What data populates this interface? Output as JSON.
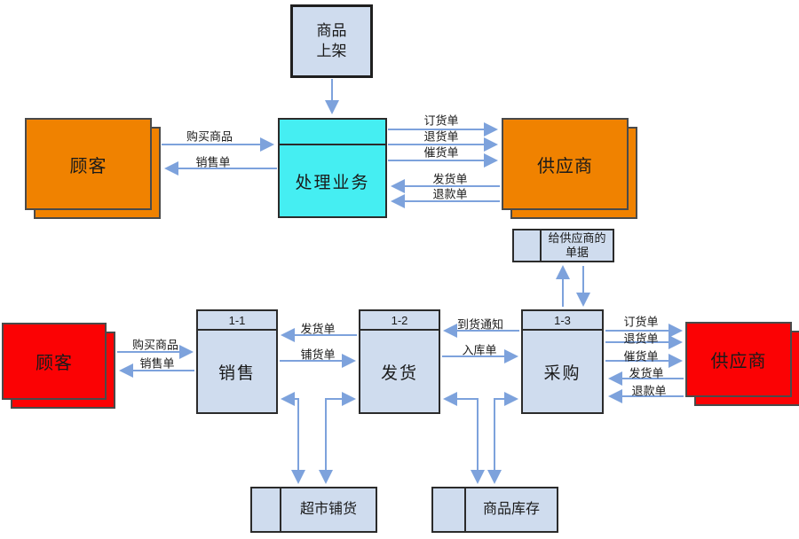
{
  "colors": {
    "arrow": "#7da2dc",
    "box_fill": "#cfdcee",
    "process_cyan": "#45eef2",
    "entity_orange": "#f08200",
    "entity_red": "#fb0204",
    "border_dark": "#2b2b2b"
  },
  "nodes": {
    "start": "商品\n上架",
    "process0": "处理业务",
    "customer_top": "顾客",
    "supplier_top": "供应商",
    "supplier_docs_store": "给供应商的\n单据",
    "customer_bottom": "顾客",
    "supplier_bottom": "供应商",
    "p11": {
      "id": "1-1",
      "label": "销售"
    },
    "p12": {
      "id": "1-2",
      "label": "发货"
    },
    "p13": {
      "id": "1-3",
      "label": "采购"
    },
    "store_supermarket": "超市铺货",
    "store_inventory": "商品库存"
  },
  "labels": {
    "buy_top": "购买商品",
    "sales_order_top": "销售单",
    "order_top": "订货单",
    "return_top": "退货单",
    "urge_top": "催货单",
    "ship_top": "发货单",
    "refund_top": "退款单",
    "buy_bottom": "购买商品",
    "sales_order_bottom": "销售单",
    "ship_mid": "发货单",
    "stock_mid": "铺货单",
    "arrival_notice": "到货通知",
    "warehouse_receipt": "入库单",
    "order_bottom": "订货单",
    "return_bottom": "退货单",
    "urge_bottom": "催货单",
    "ship_bottom": "发货单",
    "refund_bottom": "退款单"
  }
}
